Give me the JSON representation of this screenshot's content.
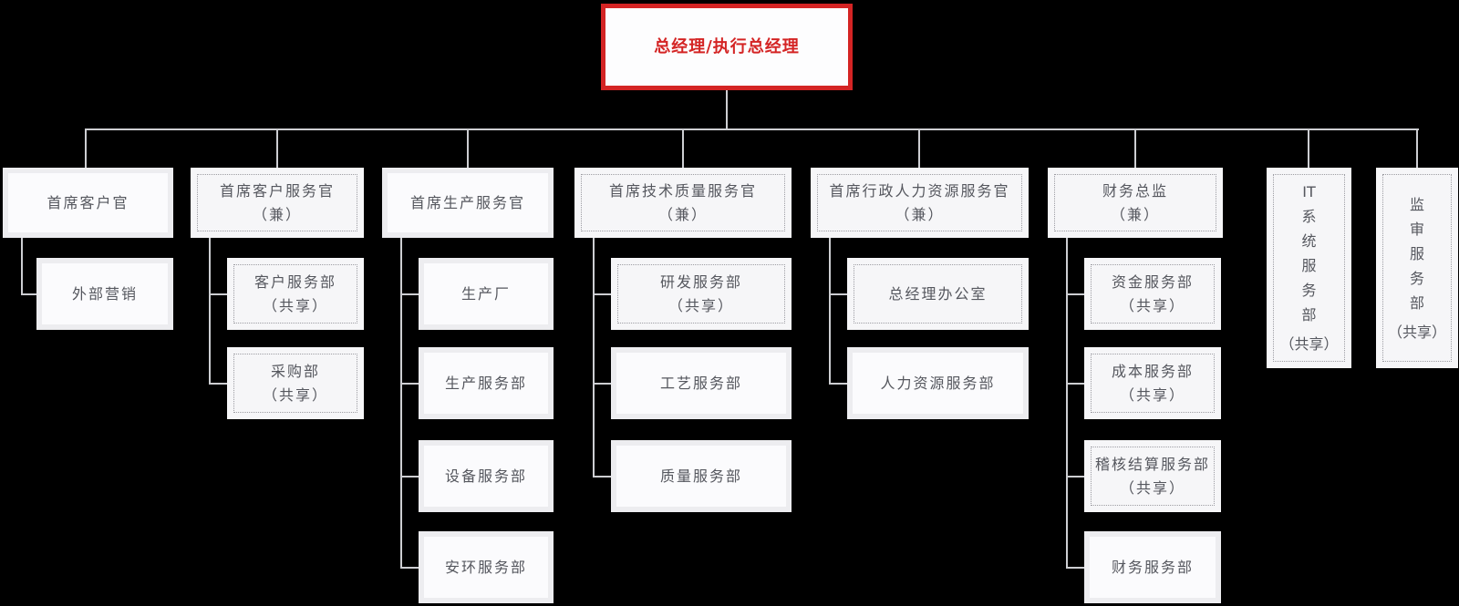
{
  "colors": {
    "background": "#000000",
    "accent_red": "#d42424",
    "line": "#cdced2",
    "box_bg": "#f6f6f8",
    "solid_frame": "#ededf0",
    "solid_inner": "#fbfbfd",
    "dotted_border": "#9d9da3",
    "text": "#55575e"
  },
  "root": {
    "name": "general-manager",
    "label": "总经理/执行总经理"
  },
  "columns": [
    {
      "name": "chief-customer-officer",
      "label": "首席客户官",
      "style": "solid",
      "orientation": "horizontal",
      "children": [
        {
          "name": "external-marketing",
          "label": "外部营销",
          "style": "solid"
        }
      ]
    },
    {
      "name": "chief-customer-service-officer",
      "label": "首席客户服务官",
      "sublabel": "（兼）",
      "style": "dashed",
      "orientation": "horizontal",
      "children": [
        {
          "name": "customer-service-dept",
          "label": "客户服务部",
          "sublabel": "（共享）",
          "style": "dashed"
        },
        {
          "name": "procurement-dept",
          "label": "采购部",
          "sublabel": "（共享）",
          "style": "dashed"
        }
      ]
    },
    {
      "name": "chief-production-service-officer",
      "label": "首席生产服务官",
      "style": "solid",
      "orientation": "horizontal",
      "children": [
        {
          "name": "production-plant",
          "label": "生产厂",
          "style": "solid"
        },
        {
          "name": "production-service-dept",
          "label": "生产服务部",
          "style": "solid"
        },
        {
          "name": "equipment-service-dept",
          "label": "设备服务部",
          "style": "solid"
        },
        {
          "name": "safety-environment-service-dept",
          "label": "安环服务部",
          "style": "solid"
        }
      ]
    },
    {
      "name": "chief-tech-quality-service-officer",
      "label": "首席技术质量服务官",
      "sublabel": "（兼）",
      "style": "dashed",
      "orientation": "horizontal",
      "children": [
        {
          "name": "rd-service-dept",
          "label": "研发服务部",
          "sublabel": "（共享）",
          "style": "dashed"
        },
        {
          "name": "process-service-dept",
          "label": "工艺服务部",
          "style": "solid"
        },
        {
          "name": "quality-service-dept",
          "label": "质量服务部",
          "style": "solid"
        }
      ]
    },
    {
      "name": "chief-admin-hr-service-officer",
      "label": "首席行政人力资源服务官",
      "sublabel": "（兼）",
      "style": "dashed",
      "orientation": "horizontal",
      "children": [
        {
          "name": "gm-office",
          "label": "总经理办公室",
          "style": "dashed"
        },
        {
          "name": "hr-service-dept",
          "label": "人力资源服务部",
          "style": "solid"
        }
      ]
    },
    {
      "name": "finance-director",
      "label": "财务总监",
      "sublabel": "（兼）",
      "style": "dashed",
      "orientation": "horizontal",
      "children": [
        {
          "name": "treasury-service-dept",
          "label": "资金服务部",
          "sublabel": "（共享）",
          "style": "dashed"
        },
        {
          "name": "cost-service-dept",
          "label": "成本服务部",
          "sublabel": "（共享）",
          "style": "dashed"
        },
        {
          "name": "audit-settlement-service-dept",
          "label": "稽核结算服务部",
          "sublabel": "（共享）",
          "style": "dashed"
        },
        {
          "name": "finance-service-dept",
          "label": "财务服务部",
          "style": "solid"
        }
      ]
    },
    {
      "name": "it-system-service-dept",
      "label": "IT系统服务部",
      "sublabel": "（共享）",
      "style": "dashed",
      "orientation": "vertical",
      "children": []
    },
    {
      "name": "supervision-audit-service-dept",
      "label": "监审服务部",
      "sublabel": "（共享）",
      "style": "dashed",
      "orientation": "vertical",
      "children": []
    }
  ]
}
